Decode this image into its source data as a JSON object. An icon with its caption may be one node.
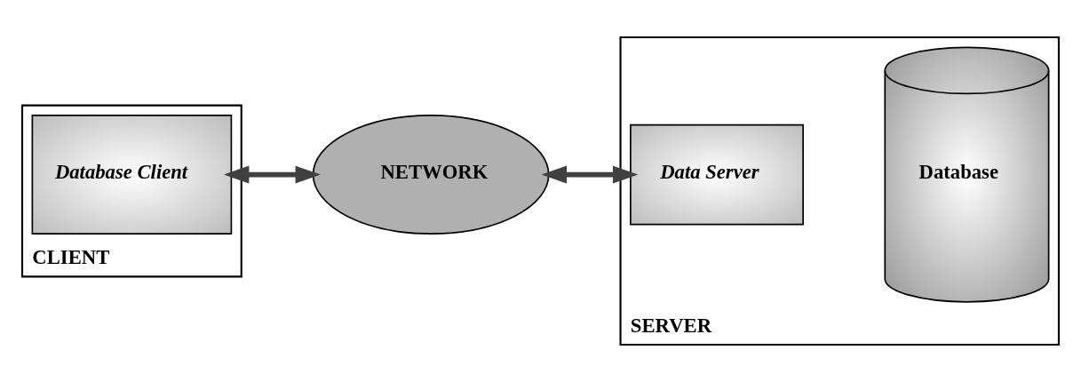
{
  "diagram": {
    "nodes": [
      {
        "text": [
          "CLIENT"
        ]
      },
      {
        "text": [
          "Database Client"
        ],
        "in": 0
      },
      {
        "text": [
          "NETWORK"
        ]
      },
      {
        "text": [
          "SERVER"
        ]
      },
      {
        "text": [
          "Data Server"
        ],
        "in": 3
      },
      {
        "text": [
          "Database"
        ],
        "in": 3
      }
    ],
    "edges": [
      {
        "from": 1,
        "to": 2,
        "arrow": "both"
      },
      {
        "from": 2,
        "to": 4,
        "arrow": "both"
      }
    ]
  }
}
